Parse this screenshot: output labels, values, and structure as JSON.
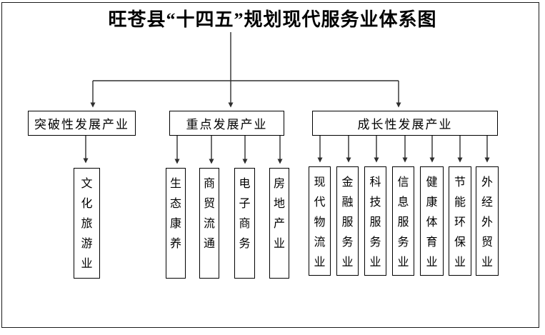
{
  "title": "旺苍县“十四五”规划现代服务业体系图",
  "branches": [
    {
      "label": "突破性发展产业",
      "children": [
        "文化旅游业"
      ]
    },
    {
      "label": "重点发展产业",
      "children": [
        "生态康养",
        "商贸流通",
        "电子商务",
        "房地产业"
      ]
    },
    {
      "label": "成长性发展产业",
      "children": [
        "现代物流业",
        "金融服务业",
        "科技服务业",
        "信息服务业",
        "健康体育业",
        "节能环保业",
        "外经外贸业"
      ]
    }
  ],
  "colors": {
    "line": "#2e2e2e",
    "border": "#000000",
    "background": "#ffffff",
    "text": "#000000"
  }
}
